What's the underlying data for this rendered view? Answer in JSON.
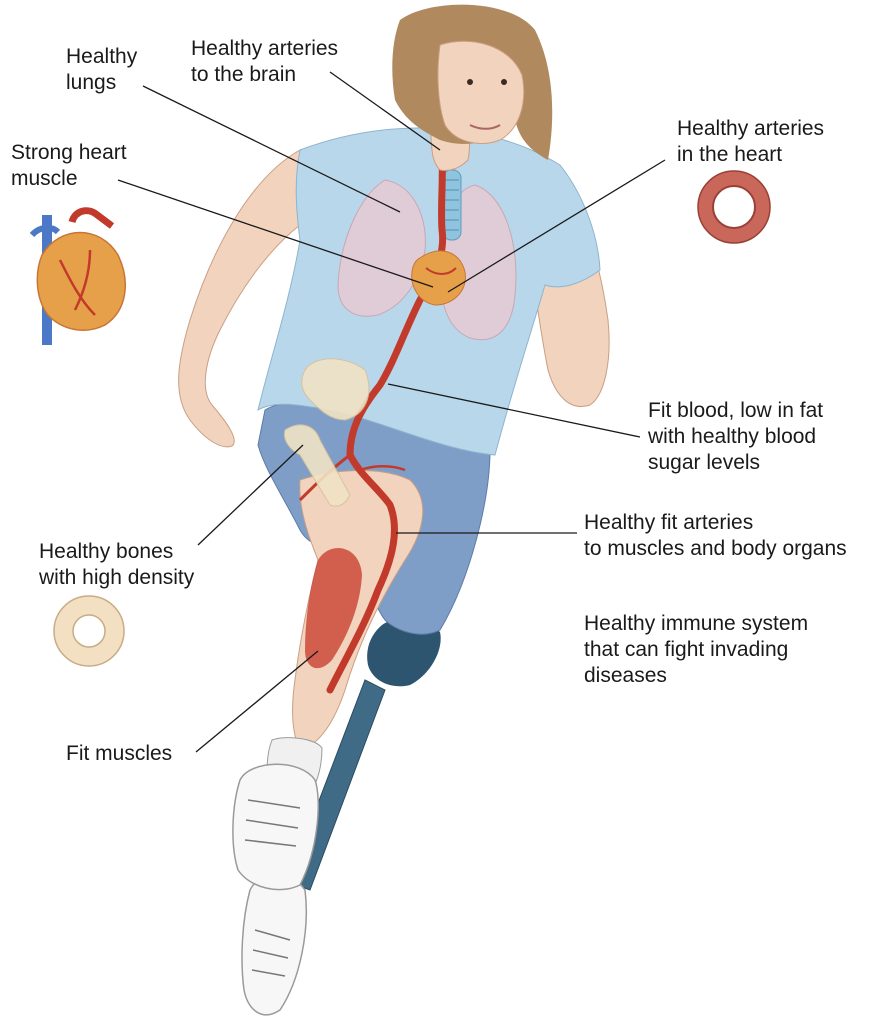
{
  "colors": {
    "skin": "#f2d3bd",
    "skin_shade": "#e4b89c",
    "hair": "#b08a5e",
    "shirt": "#b9d7ea",
    "shorts": "#7f9ec7",
    "artery": "#c23a2b",
    "heart": "#e7a04a",
    "lung": "#e6cbd3",
    "bone": "#f1e3c5",
    "muscle": "#cc4a3b",
    "prosthetic": "#3f6b87",
    "leader_line": "#1a1a1a"
  },
  "labels": {
    "healthy_lungs": [
      "Healthy",
      "lungs"
    ],
    "arteries_brain": [
      "Healthy arteries",
      "to the brain"
    ],
    "strong_heart": [
      "Strong heart",
      "muscle"
    ],
    "arteries_heart": [
      "Healthy arteries",
      "in the heart"
    ],
    "fit_blood": [
      "Fit blood, low in fat",
      "with healthy blood",
      "sugar levels"
    ],
    "fit_arteries": [
      "Healthy fit arteries",
      "to muscles and body organs"
    ],
    "healthy_bones": [
      "Healthy bones",
      "with high density"
    ],
    "immune_system": [
      "Healthy immune system",
      "that can fight invading",
      "diseases"
    ],
    "fit_muscles": [
      "Fit muscles"
    ]
  },
  "icons": {
    "heart_inset": "anatomical-heart-icon",
    "artery_cross_section": "artery-cross-section-icon",
    "bone_cross_section": "bone-cross-section-icon"
  }
}
